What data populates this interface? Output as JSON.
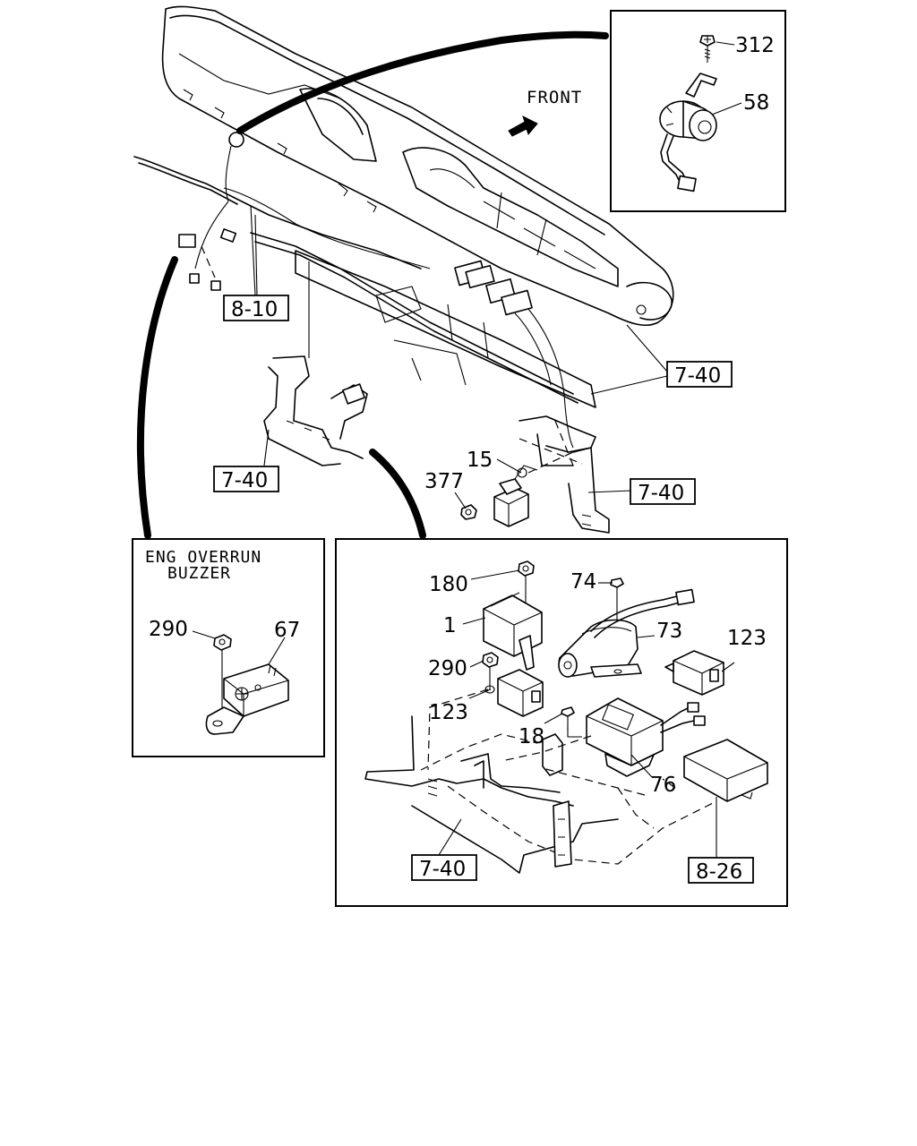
{
  "front_label": "FRONT",
  "inset_title": {
    "line1": "ENG OVERRUN",
    "line2": "BUZZER"
  },
  "callouts": {
    "c312": "312",
    "c58": "58",
    "c15": "15",
    "c377": "377",
    "c290a": "290",
    "c67": "67",
    "c180": "180",
    "c1": "1",
    "c74": "74",
    "c73": "73",
    "c123a": "123",
    "c290b": "290",
    "c123b": "123",
    "c18": "18",
    "c76": "76"
  },
  "refs": {
    "r810": "8-10",
    "r740a": "7-40",
    "r740b": "7-40",
    "r740c": "7-40",
    "r740d": "7-40",
    "r826": "8-26"
  }
}
